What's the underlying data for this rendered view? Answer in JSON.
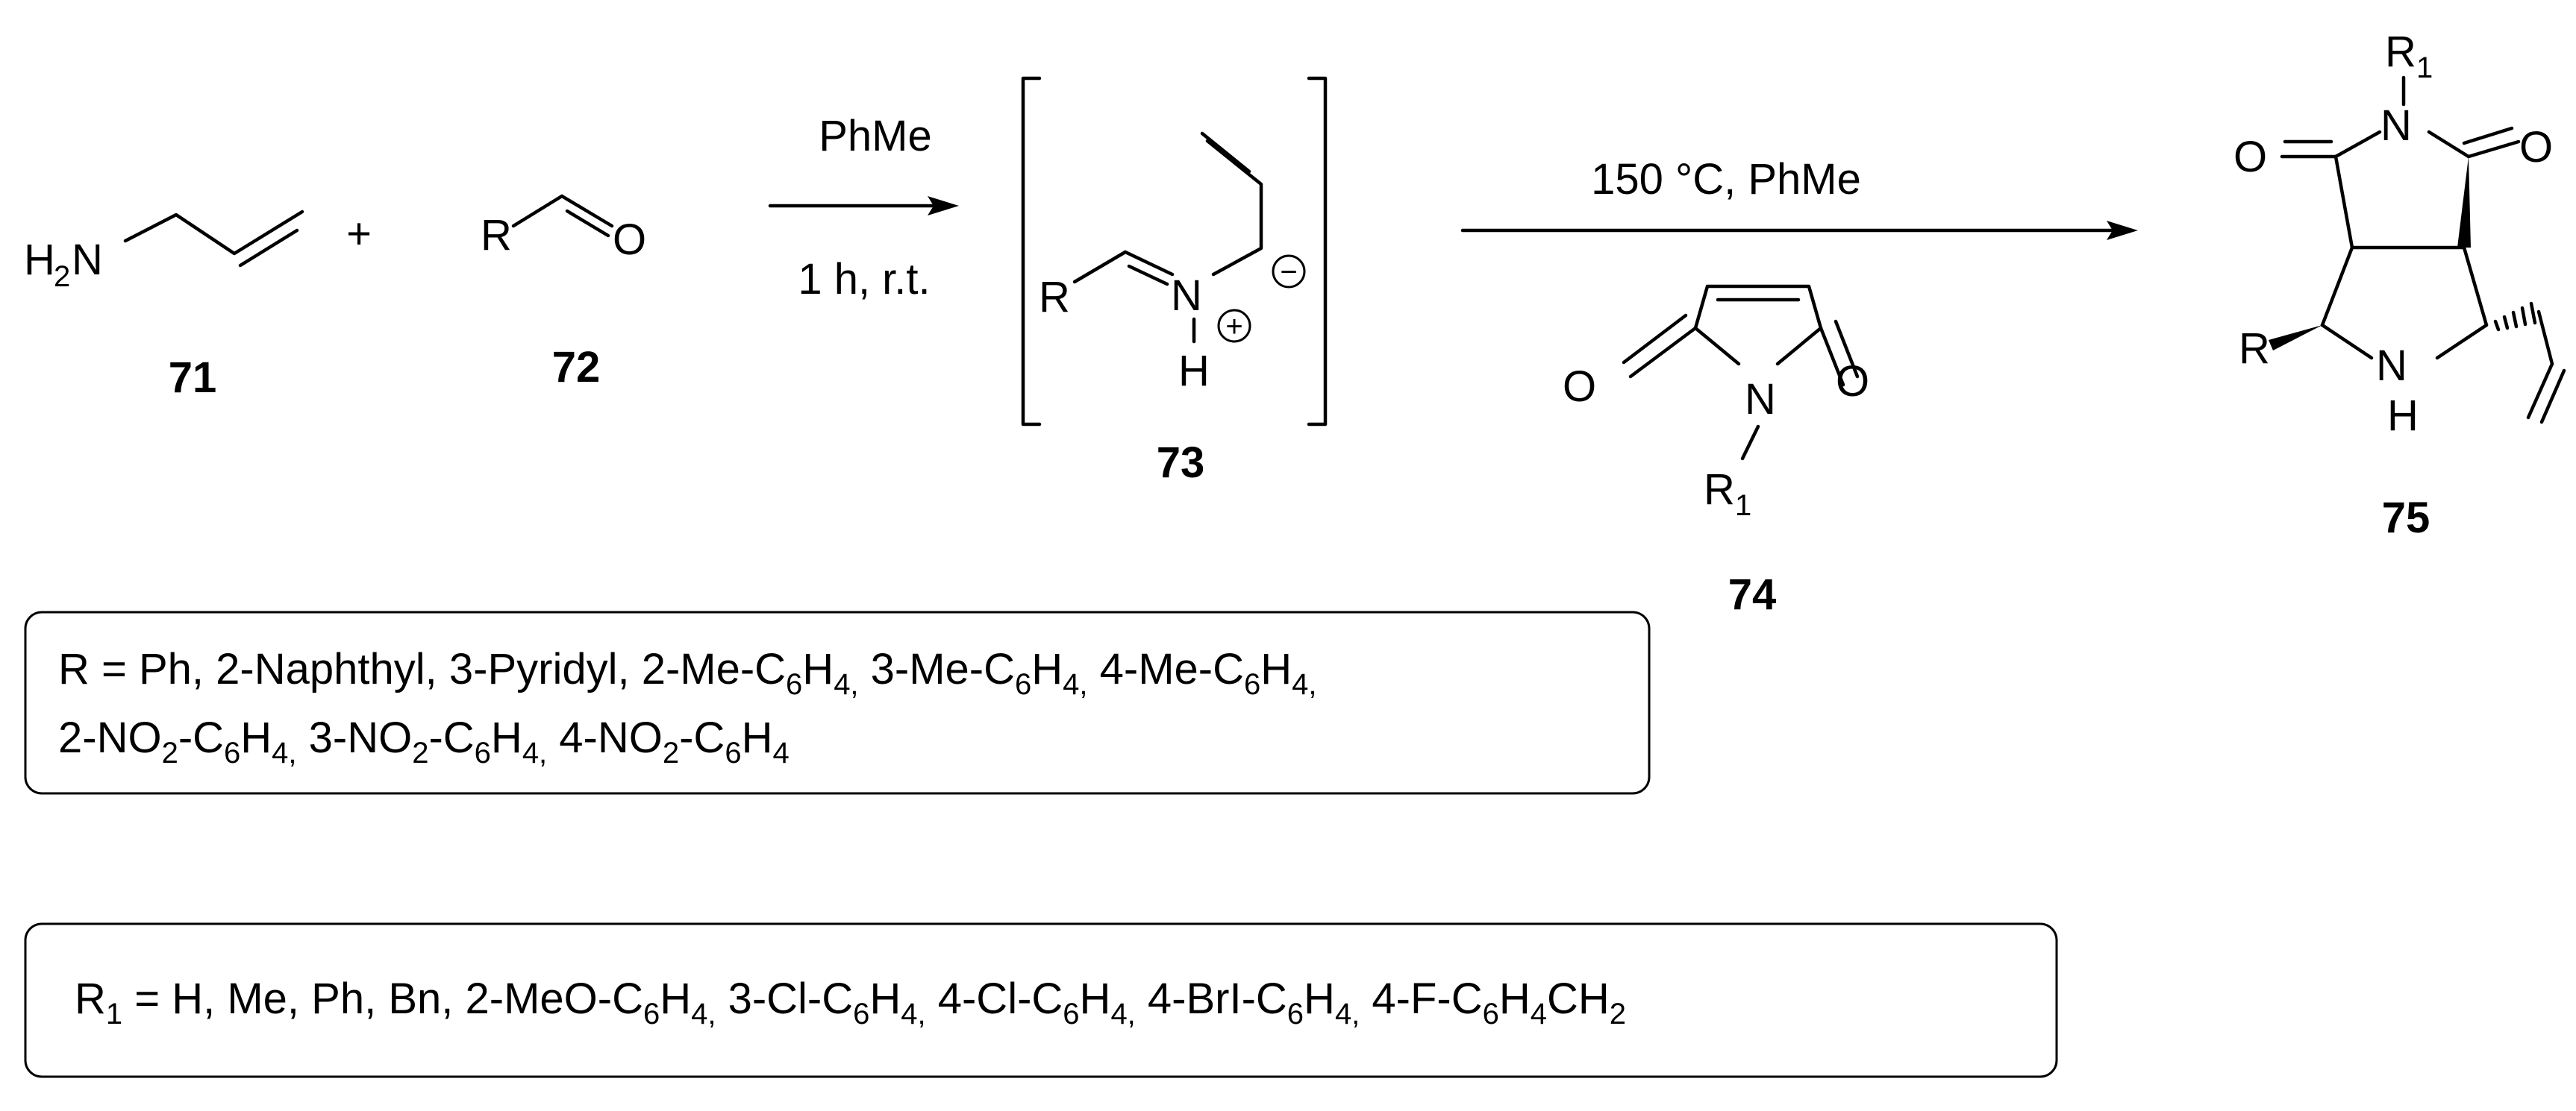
{
  "reagent_71": {
    "atoms": {
      "h": "H",
      "two": "2",
      "n": "N"
    },
    "number": "71"
  },
  "plus": "+",
  "reagent_72": {
    "atoms": {
      "r": "R",
      "o": "O"
    },
    "number": "72"
  },
  "step1": {
    "above": "PhMe",
    "below": "1 h, r.t."
  },
  "intermediate_73": {
    "atoms": {
      "r": "R",
      "n": "N",
      "h": "H"
    },
    "charges": {
      "minus": "−",
      "plus": "+"
    },
    "number": "73"
  },
  "step2": {
    "above": "150 °C,  PhMe"
  },
  "reagent_74": {
    "atoms": {
      "o_left": "O",
      "o_right": "O",
      "n": "N",
      "r": "R",
      "r_sub": "1"
    },
    "number": "74"
  },
  "product_75": {
    "atoms": {
      "r1": "R",
      "r1_sub": "1",
      "n_top": "N",
      "o_left": "O",
      "o_right": "O",
      "r": "R",
      "n_bottom": "N",
      "h": "H"
    },
    "number": "75"
  },
  "r_substituents": {
    "line1": [
      {
        "t": "R = Ph, 2-Naphthyl, 3-Pyridyl, 2-Me-C"
      },
      {
        "s": "6"
      },
      {
        "t": "H"
      },
      {
        "s": "4,"
      },
      {
        "t": " 3-Me-C"
      },
      {
        "s": "6"
      },
      {
        "t": "H"
      },
      {
        "s": "4,"
      },
      {
        "t": " 4-Me-C"
      },
      {
        "s": "6"
      },
      {
        "t": "H"
      },
      {
        "s": "4,"
      }
    ],
    "line2": [
      {
        "t": "2-NO"
      },
      {
        "s": "2"
      },
      {
        "t": "-C"
      },
      {
        "s": "6"
      },
      {
        "t": "H"
      },
      {
        "s": "4,"
      },
      {
        "t": " 3-NO"
      },
      {
        "s": "2"
      },
      {
        "t": "-C"
      },
      {
        "s": "6"
      },
      {
        "t": "H"
      },
      {
        "s": "4,"
      },
      {
        "t": " 4-NO"
      },
      {
        "s": "2"
      },
      {
        "t": "-C"
      },
      {
        "s": "6"
      },
      {
        "t": "H"
      },
      {
        "s": "4"
      }
    ]
  },
  "r1_substituents": {
    "line1": [
      {
        "t": "R"
      },
      {
        "s": "1"
      },
      {
        "t": " = H, Me, Ph, Bn, 2-MeO-C"
      },
      {
        "s": "6"
      },
      {
        "t": "H"
      },
      {
        "s": "4,"
      },
      {
        "t": " 3-Cl-C"
      },
      {
        "s": "6"
      },
      {
        "t": "H"
      },
      {
        "s": "4,"
      },
      {
        "t": " 4-Cl-C"
      },
      {
        "s": "6"
      },
      {
        "t": "H"
      },
      {
        "s": "4,"
      },
      {
        "t": " 4-BrI-C"
      },
      {
        "s": "6"
      },
      {
        "t": "H"
      },
      {
        "s": "4,"
      },
      {
        "t": " 4-F-C"
      },
      {
        "s": "6"
      },
      {
        "t": "H"
      },
      {
        "s": "4"
      },
      {
        "t": "CH"
      },
      {
        "s": "2"
      }
    ]
  }
}
